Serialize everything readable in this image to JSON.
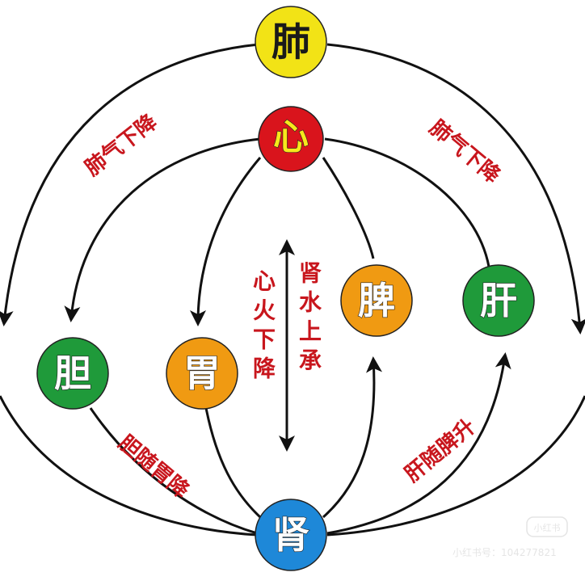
{
  "nodes": {
    "lung": {
      "label": "肺",
      "color": "#f2e316"
    },
    "heart": {
      "label": "心",
      "color": "#d9141c"
    },
    "spleen": {
      "label": "脾",
      "color": "#f09a12"
    },
    "liver": {
      "label": "肝",
      "color": "#1f9a3a"
    },
    "gallbladder": {
      "label": "胆",
      "color": "#1f9a3a"
    },
    "stomach": {
      "label": "胃",
      "color": "#f09a12"
    },
    "kidney": {
      "label": "肾",
      "color": "#1e88d8"
    }
  },
  "labels": {
    "lung_qi_left": "肺气下降",
    "lung_qi_right": "肺气下降",
    "heart_fire": "心火下降",
    "kidney_water": "肾水上承",
    "gallbladder_stomach": "胆随胃降",
    "liver_spleen": "肝随脾升"
  },
  "watermark": {
    "badge": "小红书",
    "id": "小红书号：104277821"
  }
}
